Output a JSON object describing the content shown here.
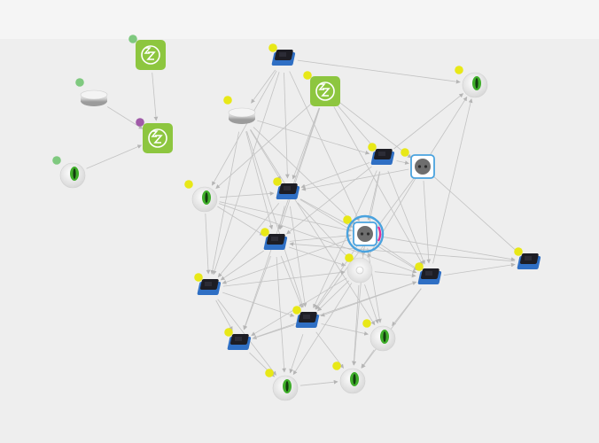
{
  "network": {
    "colors": {
      "background": "#eeeeee",
      "edge": "#c2c2c2",
      "gateway_green": "#8dc63f",
      "status_yellow": "#e8e817",
      "status_green": "#7fc97f",
      "status_purple": "#a05aa8",
      "module_blue": "#2f6fc4",
      "sensor_green": "#3fae2a",
      "plug_blue": "#4aa3df"
    },
    "icons": {
      "gateway": "zwave-gateway-icon",
      "siren": "siren-icon",
      "eye": "motion-sensor-eye-icon",
      "module": "relay-module-icon",
      "plug": "wall-plug-icon",
      "disc": "smoke-sensor-icon"
    },
    "nodes": [
      {
        "id": "gw1",
        "kind": "gateway",
        "status": "green"
      },
      {
        "id": "gw2",
        "kind": "gateway",
        "status": "purple"
      },
      {
        "id": "gw3",
        "kind": "gateway",
        "status": "yellow"
      },
      {
        "id": "siren1",
        "kind": "siren",
        "status": "green"
      },
      {
        "id": "siren2",
        "kind": "siren",
        "status": "yellow"
      },
      {
        "id": "eye_far",
        "kind": "eye",
        "status": "green"
      },
      {
        "id": "eye_tr",
        "kind": "eye",
        "status": "yellow"
      },
      {
        "id": "eye_l",
        "kind": "eye",
        "status": "yellow"
      },
      {
        "id": "eye_br1",
        "kind": "eye",
        "status": "yellow"
      },
      {
        "id": "eye_b1",
        "kind": "eye",
        "status": "yellow"
      },
      {
        "id": "eye_b2",
        "kind": "eye",
        "status": "yellow"
      },
      {
        "id": "mod_top",
        "kind": "module",
        "status": "yellow"
      },
      {
        "id": "mod_r",
        "kind": "module",
        "status": "yellow"
      },
      {
        "id": "mod_c1",
        "kind": "module",
        "status": "yellow"
      },
      {
        "id": "mod_c2",
        "kind": "module",
        "status": "yellow"
      },
      {
        "id": "mod_l",
        "kind": "module",
        "status": "yellow"
      },
      {
        "id": "mod_cr",
        "kind": "module",
        "status": "yellow"
      },
      {
        "id": "mod_c3",
        "kind": "module",
        "status": "yellow"
      },
      {
        "id": "mod_bl",
        "kind": "module",
        "status": "yellow"
      },
      {
        "id": "mod_far",
        "kind": "module",
        "status": "yellow"
      },
      {
        "id": "plug1",
        "kind": "plug",
        "status": "yellow"
      },
      {
        "id": "plug2",
        "kind": "plug",
        "status": "yellow"
      },
      {
        "id": "disc1",
        "kind": "disc",
        "status": "yellow"
      }
    ],
    "edges": [
      [
        "gw1",
        "gw2"
      ],
      [
        "siren1",
        "gw2"
      ],
      [
        "eye_far",
        "gw2"
      ],
      [
        "mod_top",
        "eye_tr"
      ],
      [
        "mod_top",
        "siren2"
      ],
      [
        "mod_top",
        "mod_c1"
      ],
      [
        "mod_top",
        "mod_l"
      ],
      [
        "mod_top",
        "eye_l"
      ],
      [
        "mod_top",
        "plug2"
      ],
      [
        "gw3",
        "mod_r"
      ],
      [
        "gw3",
        "mod_c1"
      ],
      [
        "gw3",
        "mod_c2"
      ],
      [
        "gw3",
        "plug1"
      ],
      [
        "gw3",
        "mod_bl"
      ],
      [
        "gw3",
        "eye_l"
      ],
      [
        "gw3",
        "mod_cr"
      ],
      [
        "siren2",
        "mod_r"
      ],
      [
        "siren2",
        "mod_c1"
      ],
      [
        "siren2",
        "mod_c2"
      ],
      [
        "siren2",
        "mod_l"
      ],
      [
        "siren2",
        "mod_c3"
      ],
      [
        "siren2",
        "plug2"
      ],
      [
        "siren2",
        "eye_br1"
      ],
      [
        "mod_r",
        "plug1"
      ],
      [
        "mod_r",
        "plug2"
      ],
      [
        "mod_r",
        "mod_c1"
      ],
      [
        "mod_r",
        "mod_c2"
      ],
      [
        "mod_r",
        "mod_cr"
      ],
      [
        "mod_r",
        "mod_c3"
      ],
      [
        "mod_r",
        "eye_tr"
      ],
      [
        "mod_r",
        "disc1"
      ],
      [
        "plug1",
        "eye_tr"
      ],
      [
        "plug1",
        "mod_cr"
      ],
      [
        "plug1",
        "mod_far"
      ],
      [
        "plug1",
        "disc1"
      ],
      [
        "plug1",
        "mod_c3"
      ],
      [
        "plug1",
        "mod_c1"
      ],
      [
        "eye_l",
        "mod_c1"
      ],
      [
        "eye_l",
        "mod_c2"
      ],
      [
        "eye_l",
        "plug2"
      ],
      [
        "eye_l",
        "mod_l"
      ],
      [
        "eye_l",
        "mod_cr"
      ],
      [
        "mod_c1",
        "mod_c2"
      ],
      [
        "mod_c1",
        "plug2"
      ],
      [
        "mod_c1",
        "mod_l"
      ],
      [
        "mod_c1",
        "mod_c3"
      ],
      [
        "mod_c1",
        "disc1"
      ],
      [
        "mod_c1",
        "mod_cr"
      ],
      [
        "mod_c2",
        "plug2"
      ],
      [
        "mod_c2",
        "mod_l"
      ],
      [
        "mod_c2",
        "mod_c3"
      ],
      [
        "mod_c2",
        "mod_bl"
      ],
      [
        "mod_c2",
        "eye_b1"
      ],
      [
        "mod_c2",
        "disc1"
      ],
      [
        "plug2",
        "mod_cr"
      ],
      [
        "plug2",
        "mod_c3"
      ],
      [
        "plug2",
        "eye_br1"
      ],
      [
        "plug2",
        "mod_far"
      ],
      [
        "plug2",
        "eye_b2"
      ],
      [
        "plug2",
        "mod_l"
      ],
      [
        "disc1",
        "mod_cr"
      ],
      [
        "disc1",
        "mod_c3"
      ],
      [
        "disc1",
        "mod_bl"
      ],
      [
        "disc1",
        "eye_b1"
      ],
      [
        "disc1",
        "eye_b2"
      ],
      [
        "disc1",
        "eye_br1"
      ],
      [
        "mod_cr",
        "mod_far"
      ],
      [
        "mod_cr",
        "eye_br1"
      ],
      [
        "mod_cr",
        "mod_c3"
      ],
      [
        "mod_cr",
        "eye_b2"
      ],
      [
        "mod_cr",
        "eye_tr"
      ],
      [
        "mod_l",
        "mod_c3"
      ],
      [
        "mod_l",
        "mod_bl"
      ],
      [
        "mod_l",
        "eye_b1"
      ],
      [
        "mod_l",
        "disc1"
      ],
      [
        "mod_c3",
        "mod_bl"
      ],
      [
        "mod_c3",
        "eye_b1"
      ],
      [
        "mod_c3",
        "eye_b2"
      ],
      [
        "mod_c3",
        "eye_br1"
      ],
      [
        "mod_bl",
        "eye_b1"
      ],
      [
        "mod_bl",
        "mod_cr"
      ],
      [
        "eye_b1",
        "eye_b2"
      ],
      [
        "eye_br1",
        "eye_b2"
      ],
      [
        "mod_far",
        "mod_c2"
      ]
    ]
  }
}
